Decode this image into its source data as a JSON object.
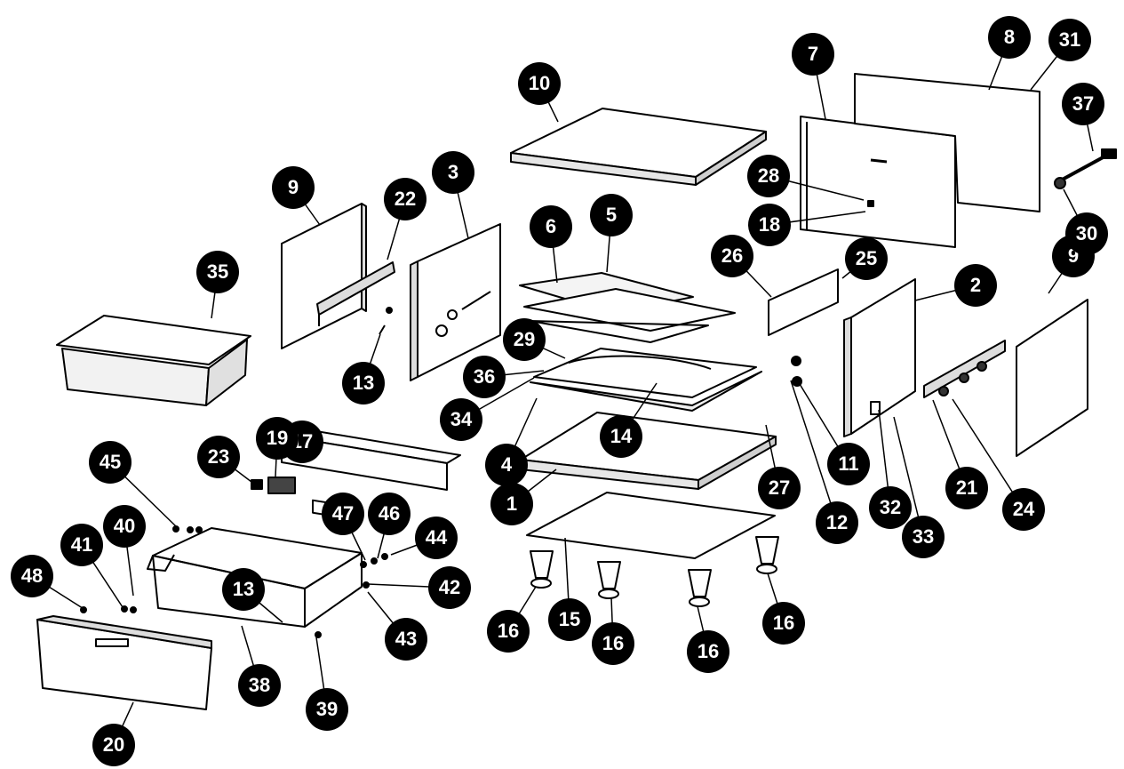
{
  "diagram": {
    "type": "exploded-parts-view",
    "colors": {
      "line": "#000000",
      "panel": "#ffffff",
      "callout_fill": "#000000",
      "callout_text": "#ffffff"
    },
    "callouts": [
      "1",
      "2",
      "3",
      "4",
      "5",
      "6",
      "7",
      "8",
      "9",
      "9",
      "10",
      "11",
      "12",
      "13",
      "13",
      "14",
      "15",
      "16",
      "16",
      "16",
      "16",
      "17",
      "18",
      "19",
      "20",
      "21",
      "22",
      "23",
      "24",
      "25",
      "26",
      "27",
      "28",
      "29",
      "30",
      "31",
      "32",
      "33",
      "34",
      "35",
      "36",
      "37",
      "38",
      "39",
      "40",
      "41",
      "42",
      "43",
      "44",
      "45",
      "46",
      "47",
      "48"
    ]
  }
}
